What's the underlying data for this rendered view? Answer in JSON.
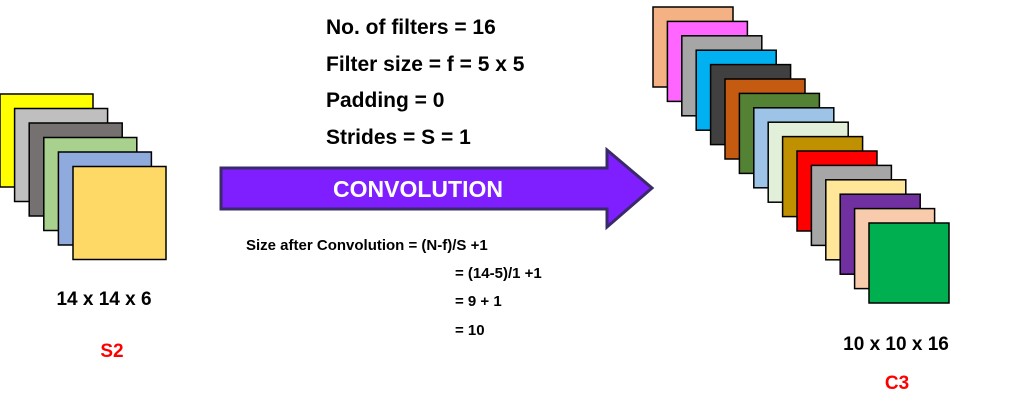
{
  "colors": {
    "label_red": "#ff0000",
    "arrow_fill": "#7f1fff",
    "arrow_stroke": "#3a2a6a",
    "square_stroke": "#000000",
    "arrow_text": "#ffffff"
  },
  "input_block": {
    "dimensions": "14 x 14 x 6",
    "layer_name": "S2",
    "square_colors": [
      "#ffff00",
      "#bfbfbf",
      "#767171",
      "#a9d18e",
      "#8faadc",
      "#ffd966"
    ]
  },
  "output_block": {
    "dimensions": "10 x 10 x 16",
    "layer_name": "C3",
    "square_colors": [
      "#f4b183",
      "#ff66ff",
      "#a6a6a6",
      "#00b0f0",
      "#404040",
      "#c55a11",
      "#548235",
      "#9dc3e6",
      "#e2f0d9",
      "#bf9000",
      "#ff0000",
      "#a6a6a6",
      "#ffe699",
      "#7030a0",
      "#f8cbad",
      "#00b050"
    ]
  },
  "parameters": {
    "filters": "No. of filters = 16",
    "filter_size": "Filter size = f = 5 x 5",
    "padding": "Padding = 0",
    "strides": "Strides = S  = 1"
  },
  "arrow": {
    "label": "CONVOLUTION"
  },
  "calculation": {
    "line1": "Size after Convolution = (N-f)/S +1",
    "line2": "= (14-5)/1 +1",
    "line3": "= 9 + 1",
    "line4": "= 10"
  }
}
